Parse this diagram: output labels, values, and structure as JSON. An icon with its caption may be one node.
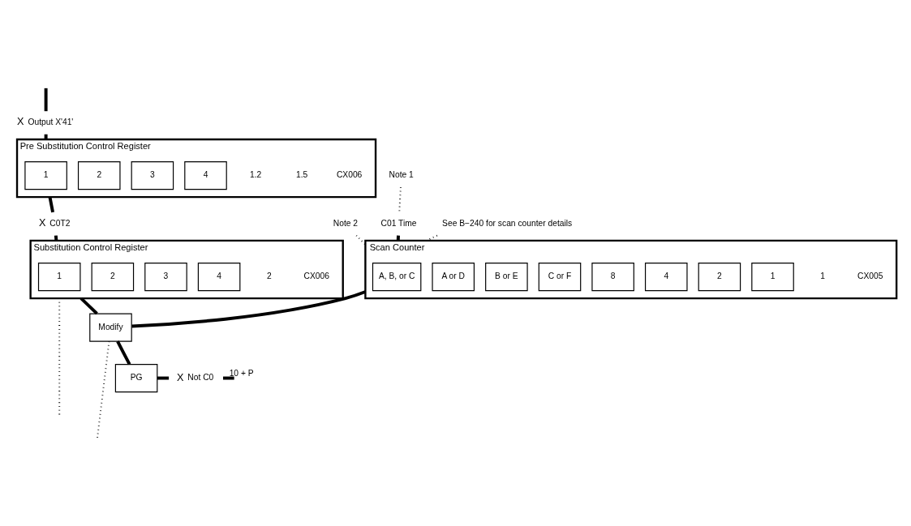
{
  "diagram": {
    "nodes": [
      {
        "text": [
          "Scan Counter"
        ],
        "beside": [
          "1",
          "CX005"
        ]
      },
      {
        "text": [
          "A, B, or C"
        ],
        "in": 0
      },
      {
        "text": [
          "A or D"
        ],
        "in": 0
      },
      {
        "text": [
          "B or E"
        ],
        "in": 0
      },
      {
        "text": [
          "C or F"
        ],
        "in": 0
      },
      {
        "text": [
          "8"
        ],
        "in": 0
      },
      {
        "text": [
          "4"
        ],
        "in": 0
      },
      {
        "text": [
          "2"
        ],
        "in": 0
      },
      {
        "text": [
          "1"
        ],
        "in": 0
      },
      {
        "text": [
          "Pre Substitution Control Register"
        ],
        "beside": [
          "1.2",
          "1.5",
          "CX006"
        ]
      },
      {
        "text": [
          "1"
        ],
        "in": 9
      },
      {
        "text": [
          "2"
        ],
        "in": 9
      },
      {
        "text": [
          "3"
        ],
        "in": 9
      },
      {
        "text": [
          "4"
        ],
        "in": 9
      },
      {
        "text": [
          "Substitution Control Register"
        ],
        "beside": [
          "2",
          "CX006"
        ]
      },
      {
        "text": [
          "1"
        ],
        "in": 14
      },
      {
        "text": [
          "2"
        ],
        "in": 14
      },
      {
        "text": [
          "3"
        ],
        "in": 14
      },
      {
        "text": [
          "4"
        ],
        "in": 14
      },
      {
        "text": [
          "Modify"
        ]
      },
      {
        "text": [
          "PG"
        ]
      },
      {
        "text": [
          "X"
        ],
        "beside": [
          "Output X'41'"
        ]
      },
      {
        "text": [
          "X"
        ],
        "beside": [
          "C0T2"
        ]
      },
      {
        "text": [
          "X"
        ],
        "beside": [
          "Not C0"
        ]
      },
      {
        "text": [
          "Note 2"
        ]
      },
      {
        "text": [
          "Note 1"
        ]
      },
      {
        "text": [
          "C01 Time"
        ]
      },
      {
        "text": [
          "See B−240 for scan counter details"
        ]
      }
    ],
    "edges": [
      {
        "from": null,
        "to": 21,
        "arrow": "none"
      },
      {
        "from": 21,
        "to": 9,
        "arrow": "none"
      },
      {
        "from": 9,
        "to": 22,
        "arrow": "none"
      },
      {
        "from": 22,
        "to": 14,
        "arrow": "none"
      },
      {
        "from": 0,
        "to": 19,
        "arrow": "none"
      },
      {
        "from": 14,
        "to": 19,
        "arrow": "none"
      },
      {
        "from": 19,
        "to": 20,
        "arrow": "none"
      },
      {
        "from": 20,
        "to": 23,
        "arrow": "none"
      },
      {
        "from": 23,
        "to": null,
        "arrow": "none",
        "label": "10 + P"
      },
      {
        "from": 24,
        "to": 0,
        "arrow": "none",
        "style": "dashed"
      },
      {
        "from": 25,
        "to": 26,
        "arrow": "none",
        "style": "dashed"
      },
      {
        "from": 27,
        "to": 0,
        "arrow": "none",
        "style": "dashed"
      },
      {
        "from": 26,
        "to": 0,
        "arrow": "none"
      },
      {
        "from": 14,
        "to": null,
        "arrow": "none",
        "style": "dashed"
      },
      {
        "from": 19,
        "to": null,
        "arrow": "none",
        "style": "dashed"
      }
    ]
  }
}
